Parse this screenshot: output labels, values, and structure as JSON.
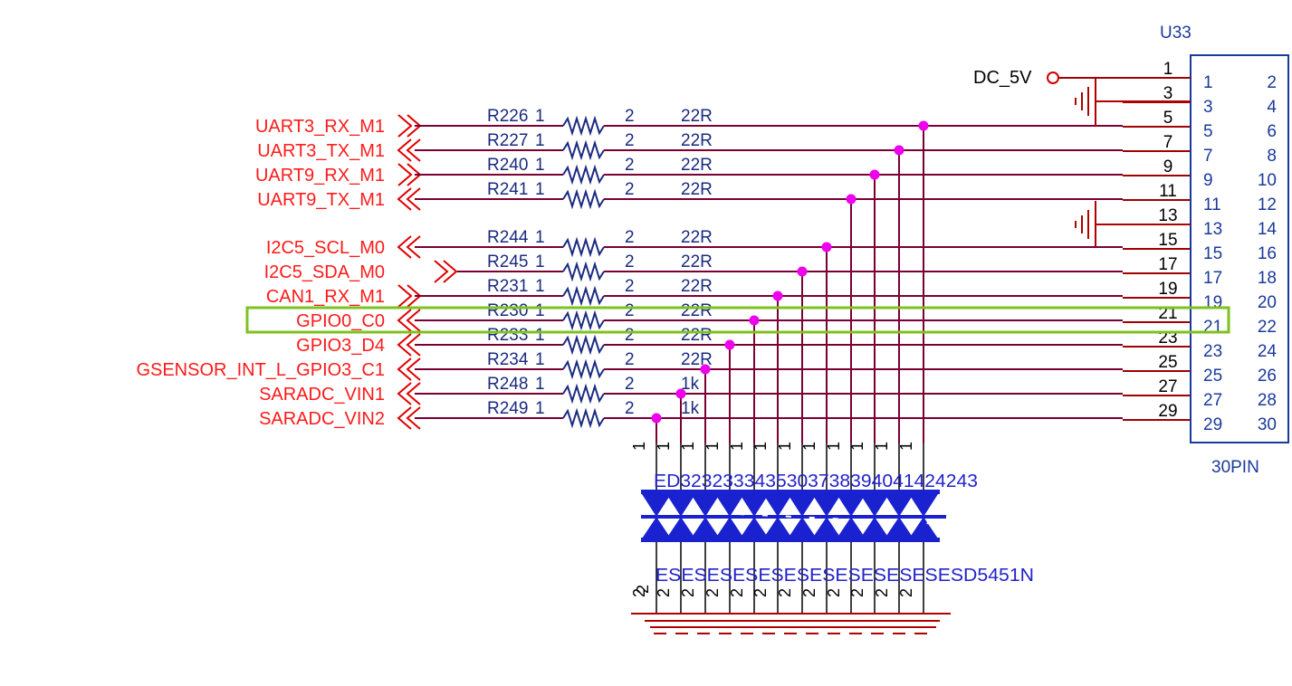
{
  "connector": {
    "ref": "U33",
    "value": "30PIN",
    "left_pins": [
      "1",
      "3",
      "5",
      "7",
      "9",
      "11",
      "13",
      "15",
      "17",
      "19",
      "21",
      "23",
      "25",
      "27",
      "29"
    ],
    "right_pins": [
      "2",
      "4",
      "6",
      "8",
      "10",
      "12",
      "14",
      "16",
      "18",
      "20",
      "22",
      "24",
      "26",
      "28",
      "30"
    ]
  },
  "power_label": "DC_5V",
  "wire_pins": [
    "1",
    "3",
    "5",
    "7",
    "9",
    "11",
    "13",
    "15",
    "17",
    "19",
    "21",
    "23",
    "25",
    "27",
    "29"
  ],
  "signals": [
    {
      "net": "UART3_RX_M1",
      "ref": "R226",
      "pin1": "1",
      "pin2": "2",
      "value": "22R"
    },
    {
      "net": "UART3_TX_M1",
      "ref": "R227",
      "pin1": "1",
      "pin2": "2",
      "value": "22R"
    },
    {
      "net": "UART9_RX_M1",
      "ref": "R240",
      "pin1": "1",
      "pin2": "2",
      "value": "22R"
    },
    {
      "net": "UART9_TX_M1",
      "ref": "R241",
      "pin1": "1",
      "pin2": "2",
      "value": "22R"
    },
    {
      "net": "I2C5_SCL_M0",
      "ref": "R244",
      "pin1": "1",
      "pin2": "2",
      "value": "22R"
    },
    {
      "net": "I2C5_SDA_M0",
      "ref": "R245",
      "pin1": "1",
      "pin2": "2",
      "value": "22R"
    },
    {
      "net": "CAN1_RX_M1",
      "ref": "R231",
      "pin1": "1",
      "pin2": "2",
      "value": "22R"
    },
    {
      "net": "GPIO0_C0",
      "ref": "R230",
      "pin1": "1",
      "pin2": "2",
      "value": "22R"
    },
    {
      "net": "GPIO3_D4",
      "ref": "R233",
      "pin1": "1",
      "pin2": "2",
      "value": "22R"
    },
    {
      "net": "GSENSOR_INT_L_GPIO3_C1",
      "ref": "R234",
      "pin1": "1",
      "pin2": "2",
      "value": "22R"
    },
    {
      "net": "SARADC_VIN1",
      "ref": "R248",
      "pin1": "1",
      "pin2": "2",
      "value": "1k"
    },
    {
      "net": "SARADC_VIN2",
      "ref": "R249",
      "pin1": "1",
      "pin2": "2",
      "value": "1k"
    }
  ],
  "esd": {
    "ref_text": "ED3232333435303738394041424243",
    "value_text": "ESESESESESESESESESESESESD5451N",
    "pin1": "1",
    "pin2": "2"
  },
  "highlight": {
    "net": "GPIO0_C0",
    "color": "#7dc21e"
  }
}
